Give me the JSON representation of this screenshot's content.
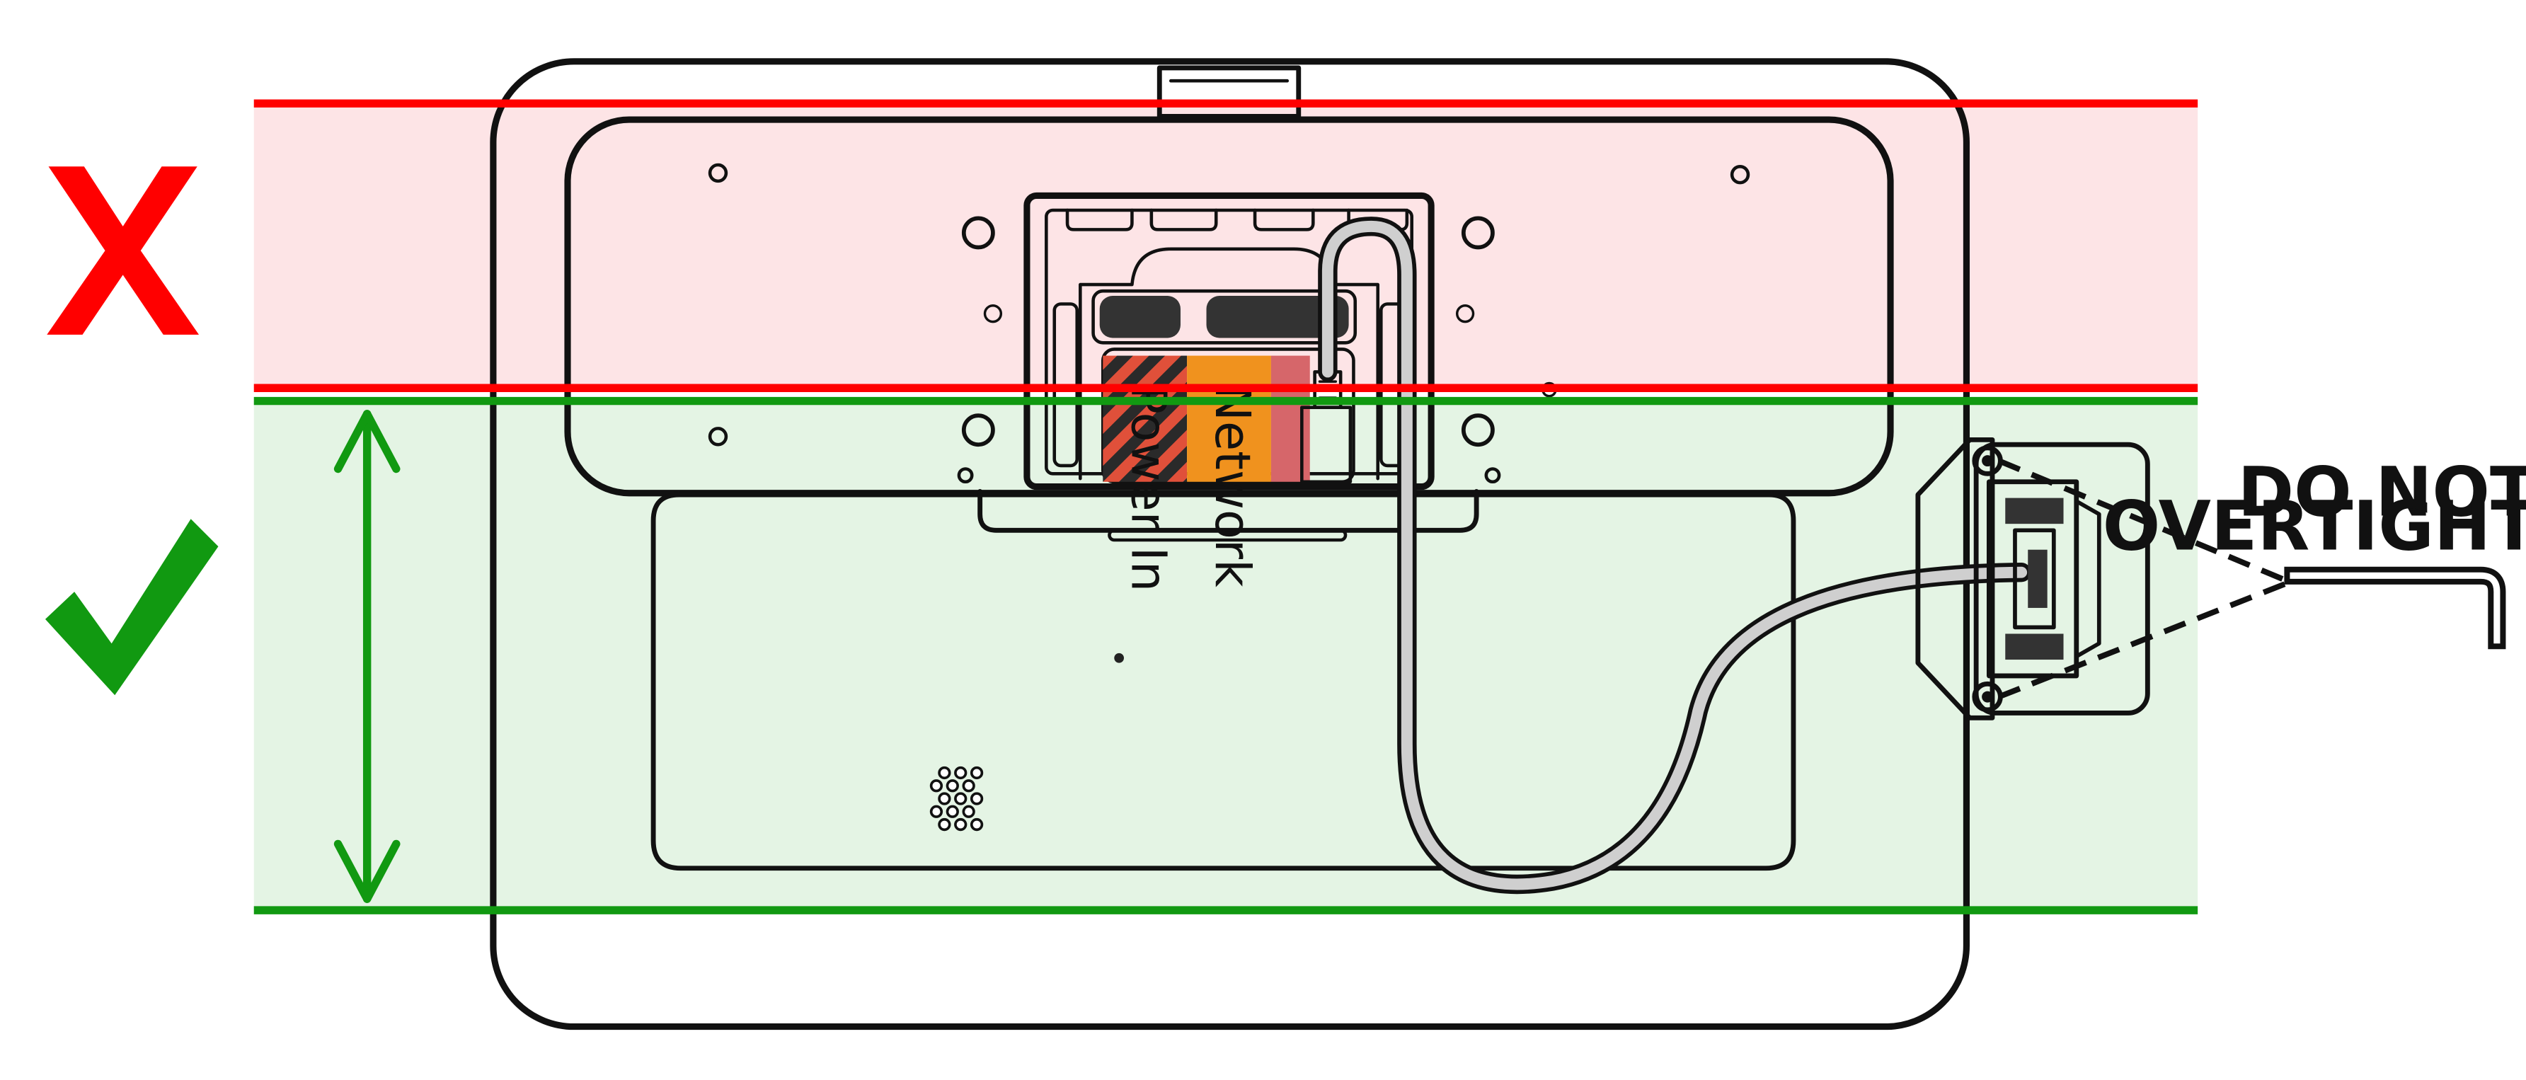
{
  "warning": {
    "line1": "DO NOT",
    "line2": "OVERTIGHTEN!"
  },
  "ports": {
    "power": "Power In",
    "network": "Network"
  },
  "icons": {
    "wrong": "x-mark-icon",
    "right": "check-mark-icon",
    "tool": "hex-key-icon",
    "arrow": "double-arrow-icon"
  },
  "colors": {
    "wrong": "#ff0000",
    "wrong_band": "#fde4e6",
    "right": "#119911",
    "right_band": "#e4f4e4",
    "power_port": "#e0503a",
    "network_port": "#f0921e",
    "outline": "#111111"
  }
}
